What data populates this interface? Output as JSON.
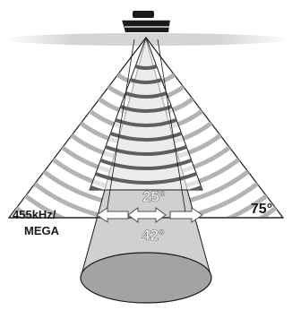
{
  "diagram": {
    "narrow_beam_angle": "25°",
    "wide_beam_angle": "42°",
    "side_beam_angle": "75°",
    "frequency_label_line1": "455kHz/",
    "frequency_label_line2": "MEGA"
  },
  "colors": {
    "wave_gray": "#b3b3b3",
    "wave_dark": "#5f5f5f",
    "cone_fill": "#cfcfcf",
    "cone_bottom": "#a3a3a3",
    "water_line": "#d9d9d9",
    "boat": "#1a1a1a",
    "arrow_fill": "#ffffff"
  }
}
